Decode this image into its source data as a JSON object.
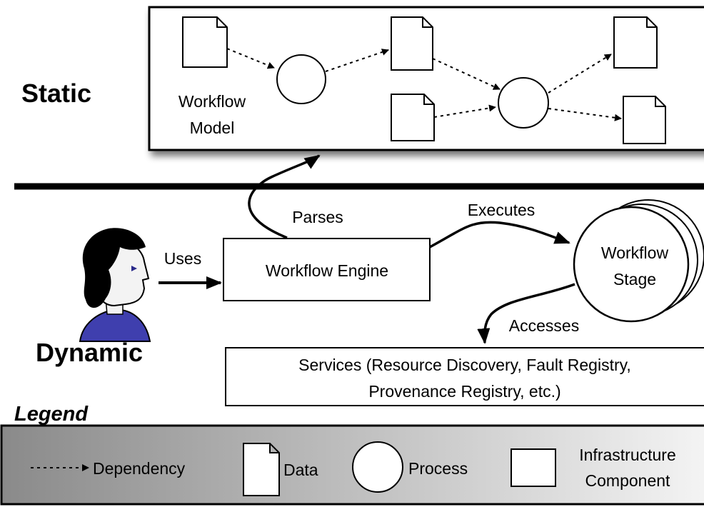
{
  "sections": {
    "static_label": "Static",
    "dynamic_label": "Dynamic"
  },
  "static_panel": {
    "model_label_line1": "Workflow",
    "model_label_line2": "Model"
  },
  "dynamic": {
    "engine_label": "Workflow Engine",
    "parses_label": "Parses",
    "executes_label": "Executes",
    "uses_label": "Uses",
    "accesses_label": "Accesses",
    "stage_label_line1": "Workflow",
    "stage_label_line2": "Stage",
    "services_line1": "Services (Resource Discovery, Fault Registry,",
    "services_line2": "Provenance Registry, etc.)",
    "user_icon": "user-person-icon"
  },
  "legend": {
    "title": "Legend",
    "dependency_label": "Dependency",
    "data_label": "Data",
    "process_label": "Process",
    "infrastructure_line1": "Infrastructure",
    "infrastructure_line2": "Component"
  },
  "colors": {
    "line": "#000000",
    "panel_fill": "#ffffff",
    "legend_gradient_start": "#8a8a8a",
    "legend_gradient_end": "#f5f5f5",
    "user_shirt": "#3f3fae",
    "user_skin": "#f3f3f3",
    "user_hair": "#000000"
  }
}
